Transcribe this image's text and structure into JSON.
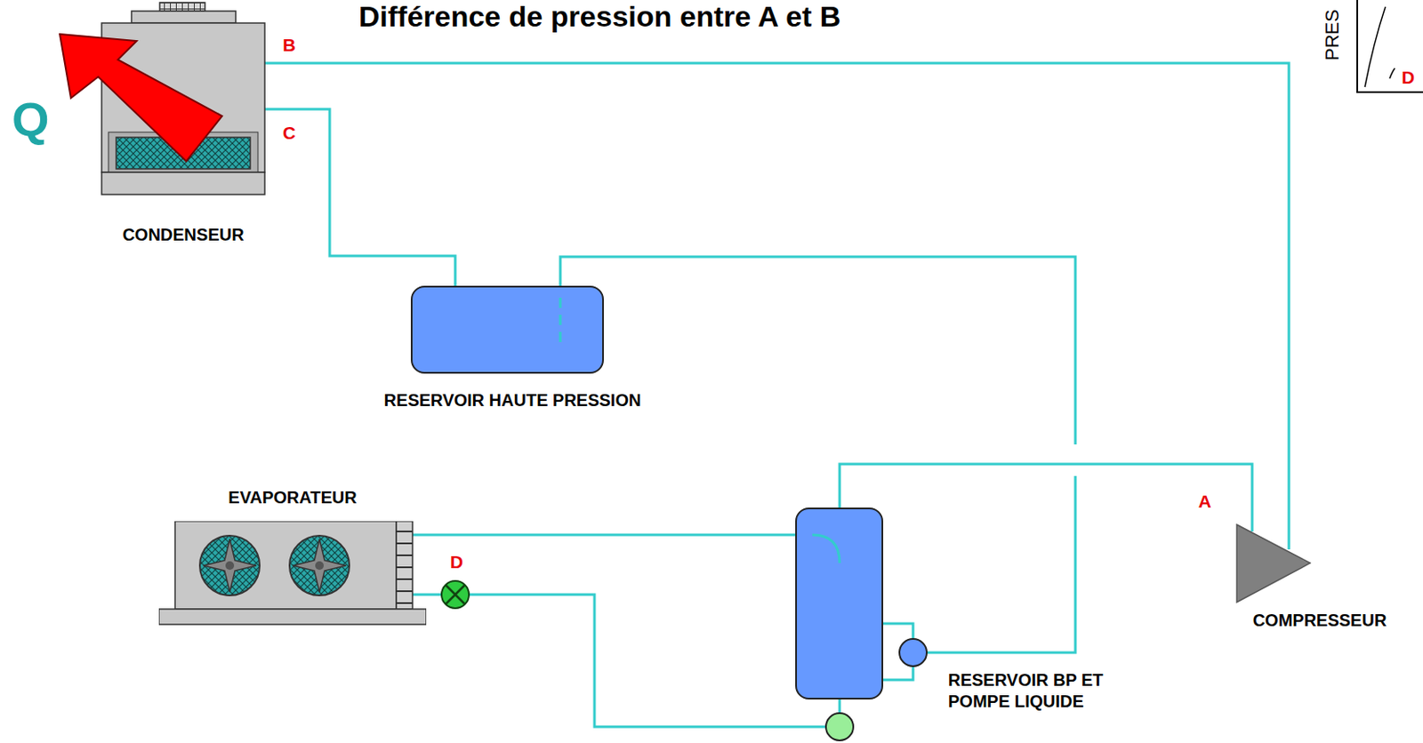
{
  "diagram": {
    "title": "Différence de pression entre A et B",
    "nodes": [
      {
        "text": [
          "CONDENSEUR"
        ]
      },
      {
        "text": [
          "RESERVOIR HAUTE PRESSION"
        ]
      },
      {
        "text": [
          "EVAPORATEUR"
        ]
      },
      {
        "text": [
          "RESERVOIR BP ET POMPE LIQUIDE"
        ]
      },
      {
        "text": [
          "COMPRESSEUR"
        ]
      }
    ],
    "edges": [
      {
        "from": 0,
        "to": 1,
        "arrow": "none"
      },
      {
        "from": 1,
        "to": 3,
        "arrow": "none"
      },
      {
        "from": 2,
        "to": 3,
        "arrow": "none"
      },
      {
        "from": 3,
        "to": 2,
        "arrow": "none"
      },
      {
        "from": 3,
        "to": 4,
        "arrow": "none"
      },
      {
        "from": 4,
        "to": 0,
        "arrow": "none"
      }
    ],
    "labels": [
      "B",
      "C",
      "Q",
      "A",
      "D",
      "PRES",
      "D"
    ]
  }
}
